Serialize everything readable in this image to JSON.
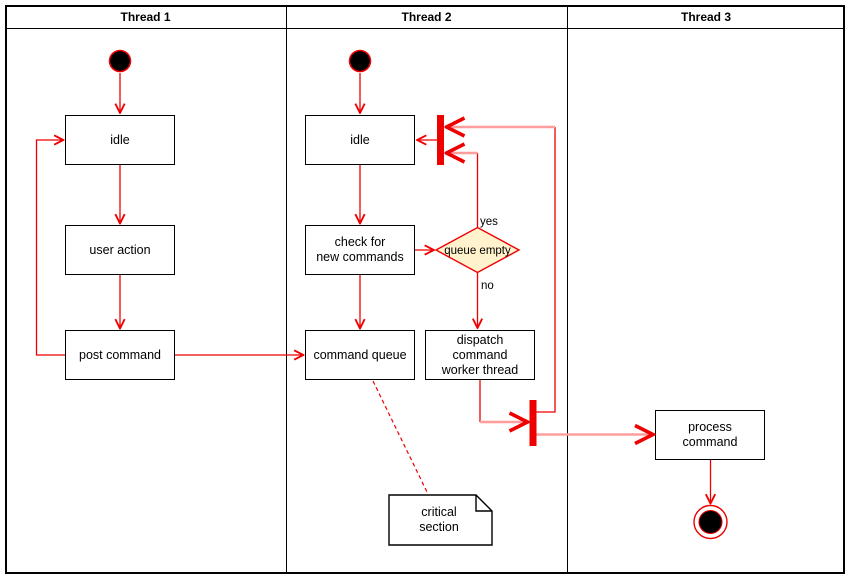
{
  "lanes": [
    {
      "label": "Thread 1"
    },
    {
      "label": "Thread 2"
    },
    {
      "label": "Thread 3"
    }
  ],
  "nodes": {
    "t1_idle": {
      "label": "idle"
    },
    "t1_user_action": {
      "label": "user action"
    },
    "t1_post_command": {
      "label": "post command"
    },
    "t2_idle": {
      "label": "idle"
    },
    "t2_check": {
      "label": "check for\nnew commands"
    },
    "t2_command_queue": {
      "label": "command queue"
    },
    "t2_dispatch": {
      "label": "dispatch\ncommand\nworker thread"
    },
    "t3_process": {
      "label": "process\ncommand"
    },
    "decision": {
      "label": "queue empty"
    },
    "note": {
      "label": "critical\nsection"
    }
  },
  "edge_labels": {
    "yes": "yes",
    "no": "no"
  },
  "edges": [
    {
      "from": "thread1-start",
      "to": "t1_idle"
    },
    {
      "from": "t1_idle",
      "to": "t1_user_action"
    },
    {
      "from": "t1_user_action",
      "to": "t1_post_command"
    },
    {
      "from": "t1_post_command",
      "to": "t1_idle"
    },
    {
      "from": "t1_post_command",
      "to": "t2_command_queue"
    },
    {
      "from": "thread2-start",
      "to": "t2_idle"
    },
    {
      "from": "t2_idle",
      "to": "t2_check"
    },
    {
      "from": "t2_check",
      "to": "t2_command_queue"
    },
    {
      "from": "t2_check",
      "to": "decision"
    },
    {
      "from": "decision",
      "to": "sync-bar-top",
      "label": "yes"
    },
    {
      "from": "decision",
      "to": "t2_dispatch",
      "label": "no"
    },
    {
      "from": "sync-bar-top",
      "to": "t2_idle"
    },
    {
      "from": "t2_dispatch",
      "to": "sync-bar-bottom"
    },
    {
      "from": "sync-bar-bottom",
      "to": "sync-bar-top"
    },
    {
      "from": "sync-bar-bottom",
      "to": "t3_process"
    },
    {
      "from": "t3_process",
      "to": "final-node"
    },
    {
      "from": "t2_command_queue",
      "to": "note",
      "style": "dashed"
    }
  ],
  "colors": {
    "edge": "#EE0000",
    "edge_light": "#FF9D9D",
    "sync_bar": "#EE0000",
    "decision_fill": "#FFF2CC",
    "decision_border": "#EE0000",
    "node_fill": "#FFFFFF",
    "node_border": "#000000",
    "start_node_fill": "#000000"
  }
}
